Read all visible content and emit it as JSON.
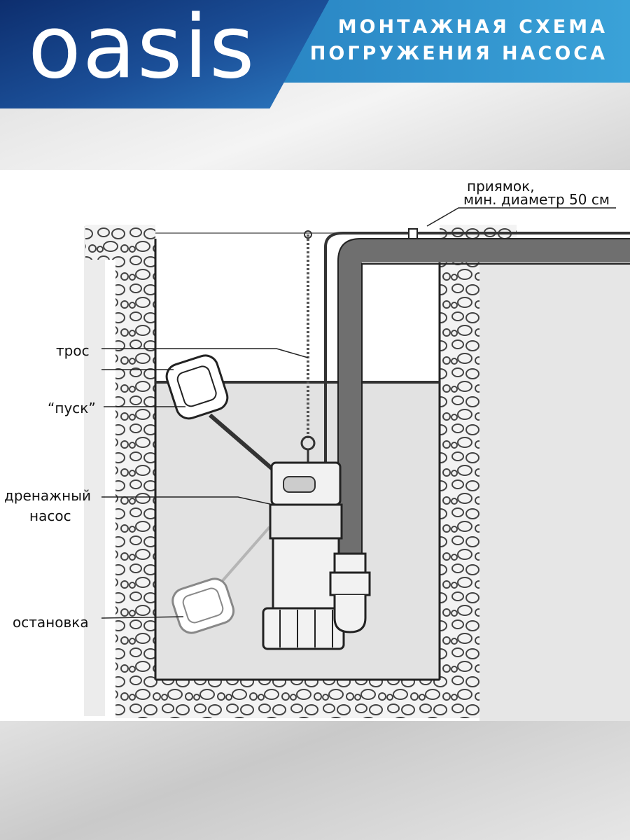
{
  "header": {
    "logo": "oasis",
    "title_line1": "МОНТАЖНАЯ СХЕМА",
    "title_line2": "ПОГРУЖЕНИЯ НАСОСА",
    "colors": {
      "logo_bg": "#0d2e6e",
      "band": "#2a86c4"
    }
  },
  "labels": {
    "sump_line1": "приямок,",
    "sump_line2": "мин. диаметр 50 см",
    "rope": "трос",
    "start": "“пуск”",
    "pump_line1": "дренажный",
    "pump_line2": "насос",
    "stop": "остановка"
  }
}
